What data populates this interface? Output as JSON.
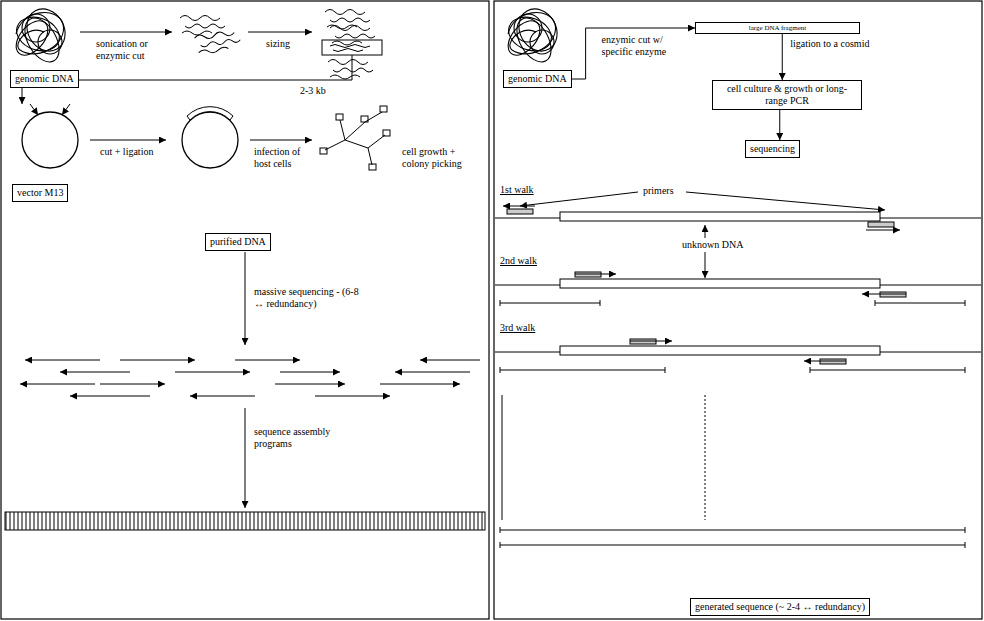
{
  "diagram": {
    "nodes": [
      {
        "text": [
          "genomic DNA"
        ]
      },
      {
        "text": [
          "vector M13"
        ]
      },
      {
        "text": [
          "purified DNA"
        ]
      },
      {
        "text": [
          "genomic DNA"
        ]
      },
      {
        "text": [
          "large DNA fragment"
        ]
      },
      {
        "text": [
          "cell culture & growth or long-range PCR"
        ]
      },
      {
        "text": [
          "sequencing"
        ]
      },
      {
        "text": [
          "generated sequence (~ 2-4 ↔ redundancy)"
        ]
      }
    ],
    "edges": [
      {
        "from": 3,
        "to": 4,
        "arrow": "to",
        "label": "enzymic cut w/ specific enzyme"
      },
      {
        "from": 4,
        "to": 5,
        "arrow": "to",
        "label": "ligation to a cosmid"
      },
      {
        "from": 5,
        "to": 6,
        "arrow": "to"
      }
    ],
    "labels": [
      "sonication or enzymic cut",
      "sizing",
      "2-3 kb",
      "cut + ligation",
      "infection of host cells",
      "cell growth + colony picking",
      "massive sequencing - (6-8 ↔ redundancy)",
      "sequence assembly programs",
      "1st walk",
      "primers",
      "unknown DNA",
      "2nd walk",
      "3rd walk"
    ]
  }
}
